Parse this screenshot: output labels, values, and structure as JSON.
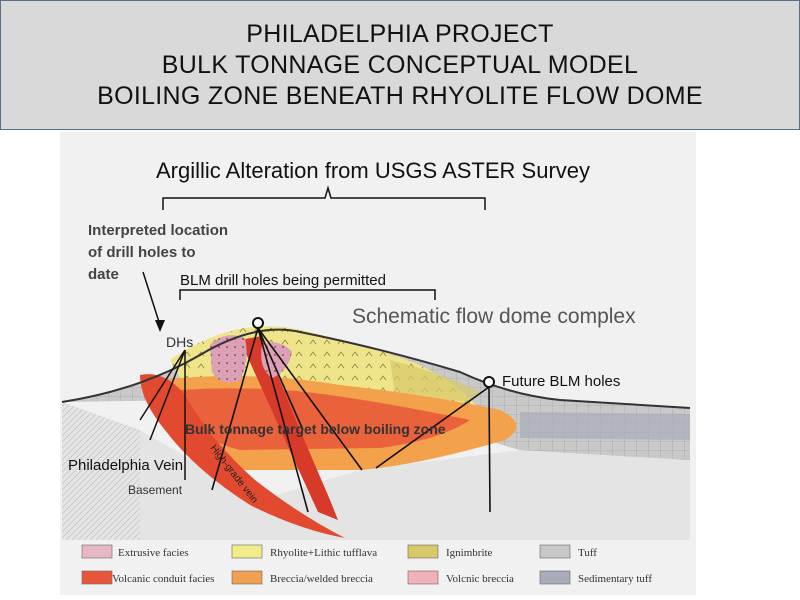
{
  "title": {
    "lines": [
      "PHILADELPHIA PROJECT",
      "BULK TONNAGE CONCEPTUAL MODEL",
      "BOILING ZONE BENEATH RHYOLITE FLOW DOME"
    ]
  },
  "labels": {
    "aster": "Argillic Alteration from USGS ASTER Survey",
    "interpreted": [
      "Interpreted location",
      "of drill holes to",
      "date"
    ],
    "blm_permitted": "BLM drill holes being permitted",
    "flow_dome": "Schematic flow dome complex",
    "dhs": "DHs",
    "future_blm": "Future BLM holes",
    "bulk_target": "Bulk tonnage target below boiling zone",
    "high_grade": "High-grade vein",
    "philadelphia_vein": "Philadelphia Vein",
    "basement": "Basement"
  },
  "legend": [
    {
      "label": "Extrusive facies",
      "color": "#e6b8c4"
    },
    {
      "label": "Rhyolite+Lithic tufflava",
      "color": "#f2ec8a"
    },
    {
      "label": "Ignimbrite",
      "color": "#d9c86a"
    },
    {
      "label": "Tuff",
      "color": "#c8c8c8"
    },
    {
      "label": "Volcanic conduit facies",
      "color": "#e8573a"
    },
    {
      "label": "Breccia/welded breccia",
      "color": "#f0a050"
    },
    {
      "label": "Volcnic breccia",
      "color": "#f2b0b8"
    },
    {
      "label": "Sedimentary tuff",
      "color": "#a8acb8"
    }
  ],
  "colors": {
    "tuff": "#c9c9c9",
    "dome_yellow": "#efe48a",
    "breccia_orange": "#f3a14a",
    "conduit_red": "#e24a30",
    "pink": "#d9a0b8",
    "basement": "#e2e2e2"
  }
}
